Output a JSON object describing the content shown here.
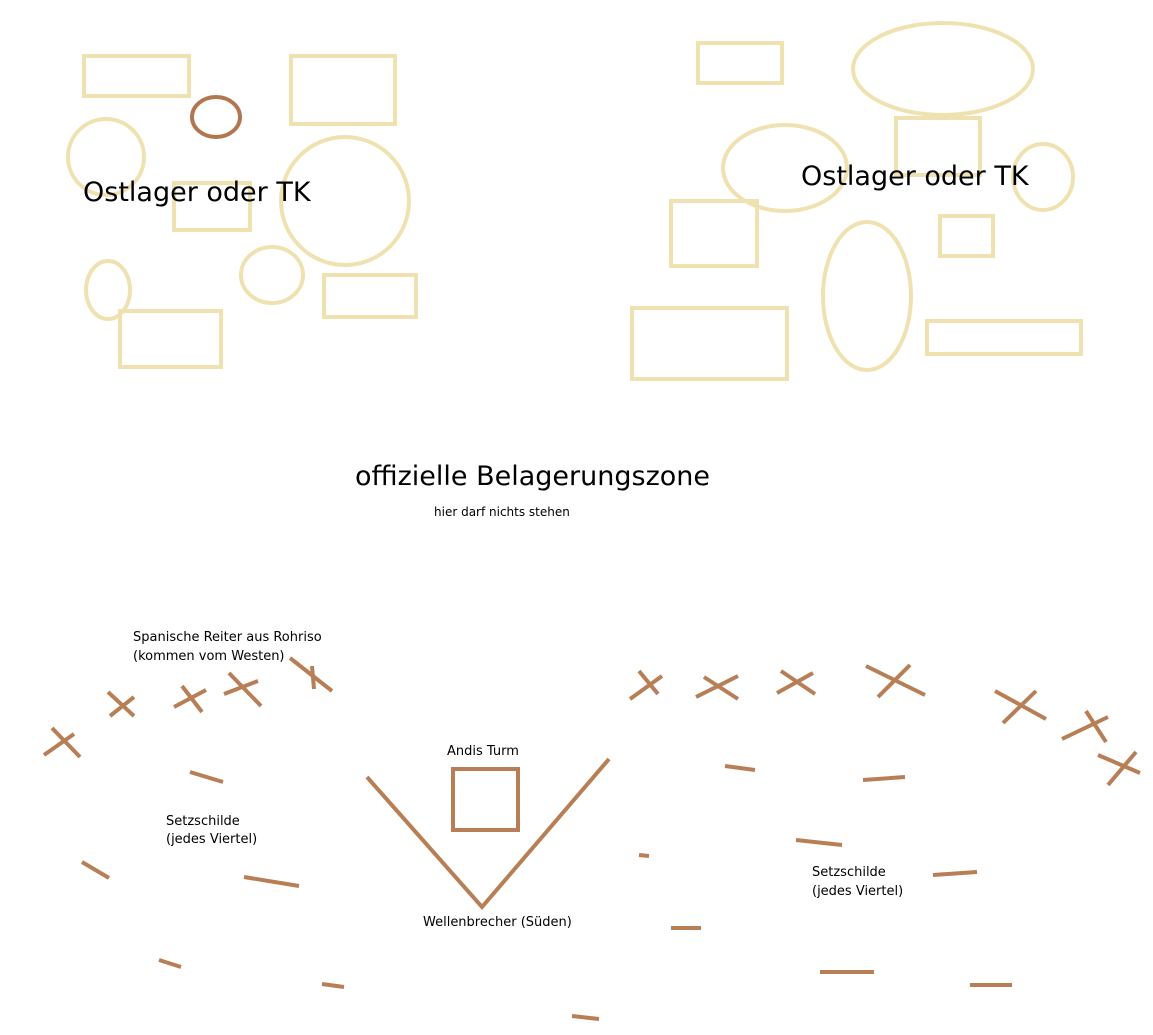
{
  "camp_left": {
    "label": "Ostlager oder TK"
  },
  "camp_right": {
    "label": "Ostlager oder TK"
  },
  "siege_zone": {
    "title": "offizielle Belagerungszone",
    "note": "hier darf nichts stehen"
  },
  "spanish_riders": {
    "line1": "Spanische Reiter aus Rohriso",
    "line2": "(kommen vom Westen)"
  },
  "tower": {
    "label": "Andis Turm"
  },
  "breakwater": {
    "label": "Wellenbrecher (Süden)"
  },
  "shields_left": {
    "line1": "Setzschilde",
    "line2": "(jedes Viertel)"
  },
  "shields_right": {
    "line1": "Setzschilde",
    "line2": "(jedes Viertel)"
  },
  "colors": {
    "tent": "#efe2b0",
    "wood": "#b87e55",
    "highlight": "#b37750"
  }
}
